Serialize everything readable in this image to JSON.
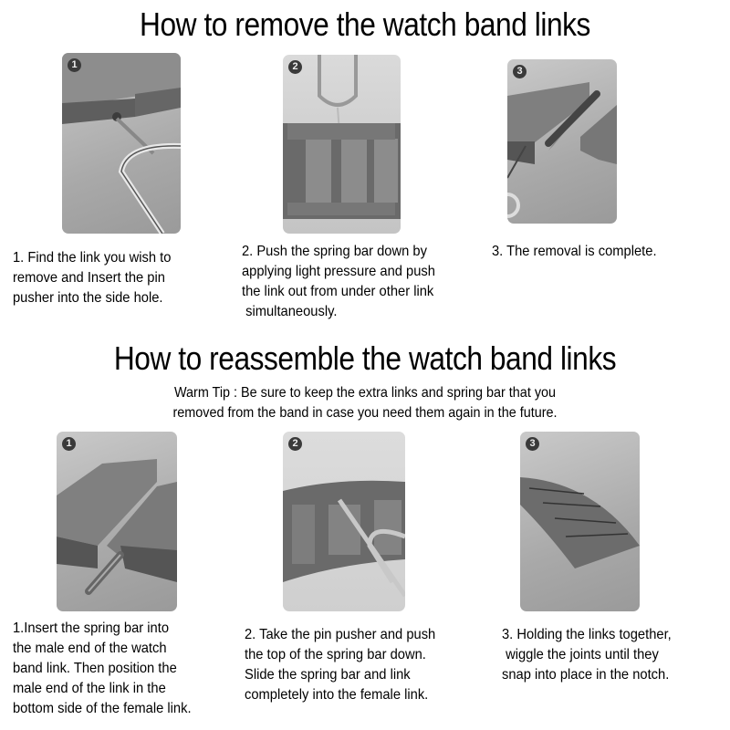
{
  "remove_section": {
    "title": "How to remove the watch band links",
    "steps": [
      {
        "number": "1",
        "image": "pin-pusher-inserted-in-side-hole",
        "text": "1. Find the link you wish to\nremove and Insert the pin\npusher into the side hole."
      },
      {
        "number": "2",
        "image": "pushing-spring-bar-down",
        "text": "2. Push the spring bar down by\napplying light pressure and push\nthe link out from under other link\n simultaneously."
      },
      {
        "number": "3",
        "image": "link-removed-with-spring-bar",
        "text": "3. The removal is complete."
      }
    ]
  },
  "reassemble_section": {
    "title": "How to reassemble the watch band links",
    "warm_tip": "Warm Tip : Be sure to keep the extra links and spring bar that you\nremoved from the band in case you need them again in the future.",
    "steps": [
      {
        "number": "1",
        "image": "spring-bar-inserted-into-male-link",
        "text": "1.Insert the spring bar into\nthe male end of the watch\nband link. Then position the\nmale end of the link in the\nbottom side of the female link."
      },
      {
        "number": "2",
        "image": "pin-pusher-pushing-spring-bar",
        "text": "2. Take the pin pusher and push\nthe top of the spring bar down.\nSlide the spring bar and link\ncompletely into the female link."
      },
      {
        "number": "3",
        "image": "assembled-links-curved",
        "text": "3. Holding the links together,\n wiggle the joints until they\nsnap into place in the notch."
      }
    ]
  },
  "colors": {
    "background": "#ffffff",
    "text": "#000000",
    "photo_gray": "#a9a9a9",
    "badge": "#3a3a3a"
  }
}
